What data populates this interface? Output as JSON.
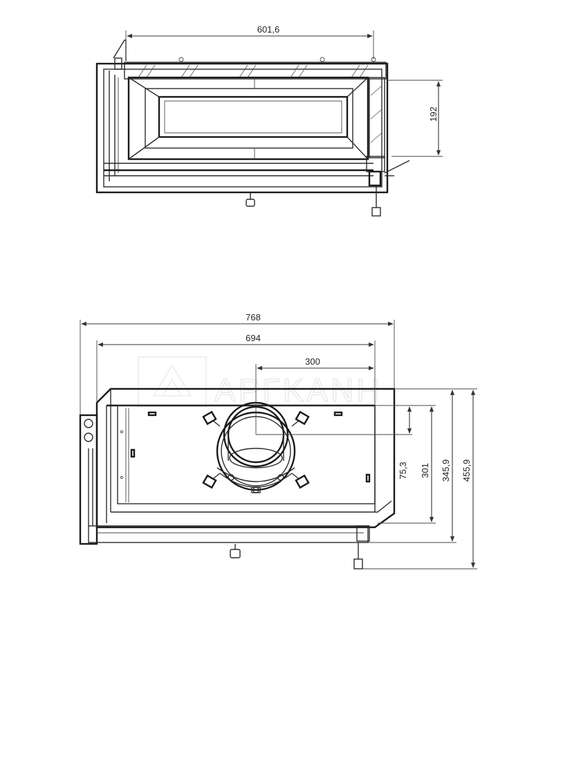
{
  "top_view": {
    "dim_width": "601,6",
    "dim_depth": "192"
  },
  "front_view": {
    "dim_outer_width": "768",
    "dim_inner_width": "694",
    "dim_flue_offset": "300",
    "dim_flue_center_height": "75,3",
    "dim_opening_height": "301",
    "dim_glass_height": "345,9",
    "dim_total_height": "455,9"
  },
  "watermark": {
    "text": "ΑΡΓΚΑΝΗ"
  }
}
